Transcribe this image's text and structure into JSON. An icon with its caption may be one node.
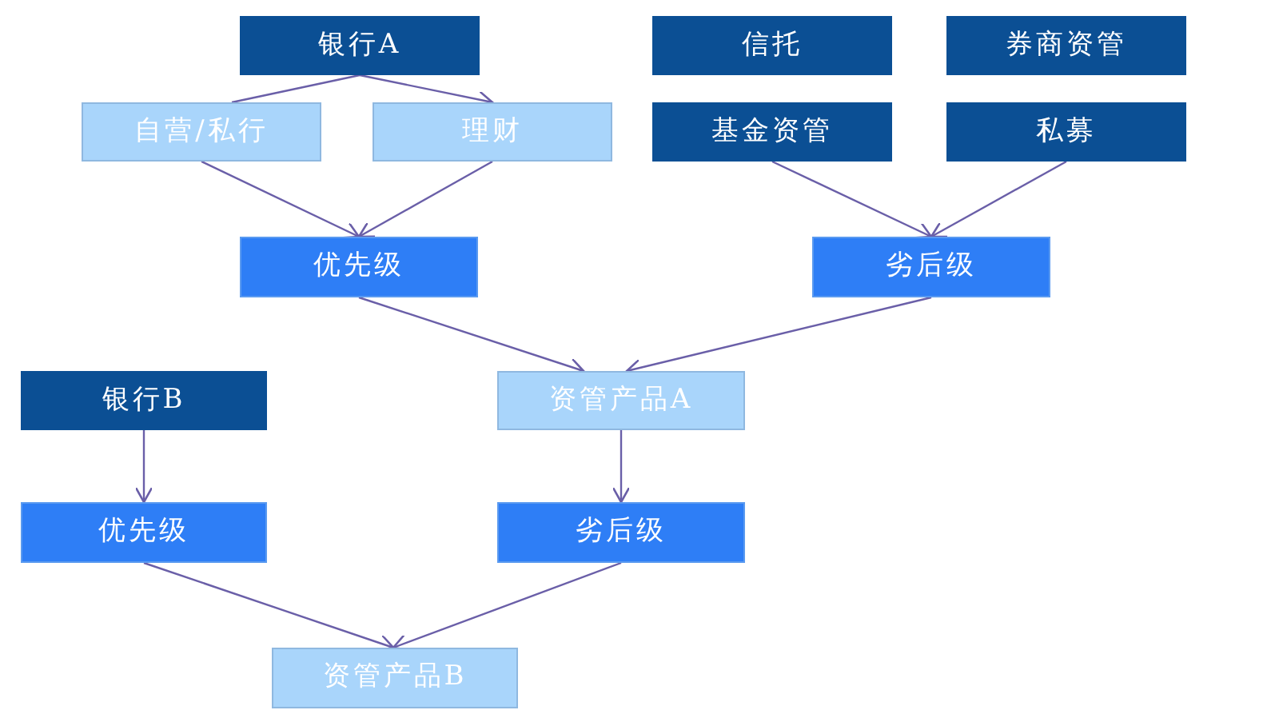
{
  "diagram": {
    "nodes": [
      {
        "text": [
          "银行A"
        ]
      },
      {
        "text": [
          "信托"
        ]
      },
      {
        "text": [
          "券商资管"
        ]
      },
      {
        "text": [
          "自营/私行"
        ]
      },
      {
        "text": [
          "理财"
        ]
      },
      {
        "text": [
          "基金资管"
        ]
      },
      {
        "text": [
          "私募"
        ]
      },
      {
        "text": [
          "优先级"
        ]
      },
      {
        "text": [
          "劣后级"
        ]
      },
      {
        "text": [
          "银行B"
        ]
      },
      {
        "text": [
          "资管产品A"
        ]
      },
      {
        "text": [
          "优先级"
        ]
      },
      {
        "text": [
          "劣后级"
        ]
      },
      {
        "text": [
          "资管产品B"
        ]
      }
    ],
    "edges": [
      {
        "from": 0,
        "to": 3,
        "arrow": "none"
      },
      {
        "from": 0,
        "to": 4,
        "arrow": "to"
      },
      {
        "from": 3,
        "to": 7,
        "arrow": "to"
      },
      {
        "from": 4,
        "to": 7,
        "arrow": "to"
      },
      {
        "from": 5,
        "to": 8,
        "arrow": "to"
      },
      {
        "from": 6,
        "to": 8,
        "arrow": "to"
      },
      {
        "from": 7,
        "to": 10,
        "arrow": "to"
      },
      {
        "from": 8,
        "to": 10,
        "arrow": "to"
      },
      {
        "from": 9,
        "to": 11,
        "arrow": "to"
      },
      {
        "from": 10,
        "to": 12,
        "arrow": "to"
      },
      {
        "from": 11,
        "to": 13,
        "arrow": "to"
      },
      {
        "from": 12,
        "to": 13,
        "arrow": "to"
      }
    ]
  }
}
